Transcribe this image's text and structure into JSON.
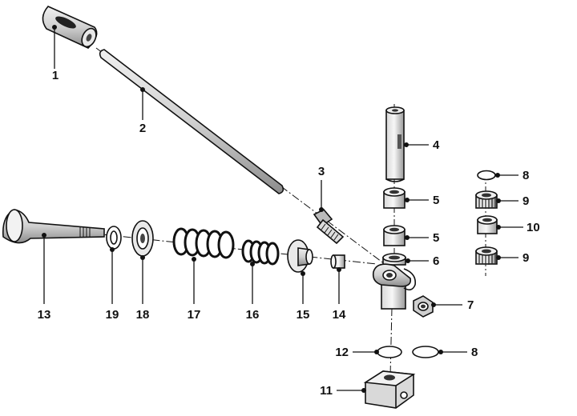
{
  "parts": [
    {
      "id": "p1",
      "number": "1"
    },
    {
      "id": "p2",
      "number": "2"
    },
    {
      "id": "p3",
      "number": "3"
    },
    {
      "id": "p4",
      "number": "4"
    },
    {
      "id": "p5a",
      "number": "5"
    },
    {
      "id": "p5b",
      "number": "5"
    },
    {
      "id": "p6",
      "number": "6"
    },
    {
      "id": "p7",
      "number": "7"
    },
    {
      "id": "p8a",
      "number": "8"
    },
    {
      "id": "p8b",
      "number": "8"
    },
    {
      "id": "p9a",
      "number": "9"
    },
    {
      "id": "p9b",
      "number": "9"
    },
    {
      "id": "p10",
      "number": "10"
    },
    {
      "id": "p11",
      "number": "11"
    },
    {
      "id": "p12",
      "number": "12"
    },
    {
      "id": "p13",
      "number": "13"
    },
    {
      "id": "p14",
      "number": "14"
    },
    {
      "id": "p15",
      "number": "15"
    },
    {
      "id": "p16",
      "number": "16"
    },
    {
      "id": "p17",
      "number": "17"
    },
    {
      "id": "p18",
      "number": "18"
    },
    {
      "id": "p19",
      "number": "19"
    }
  ]
}
